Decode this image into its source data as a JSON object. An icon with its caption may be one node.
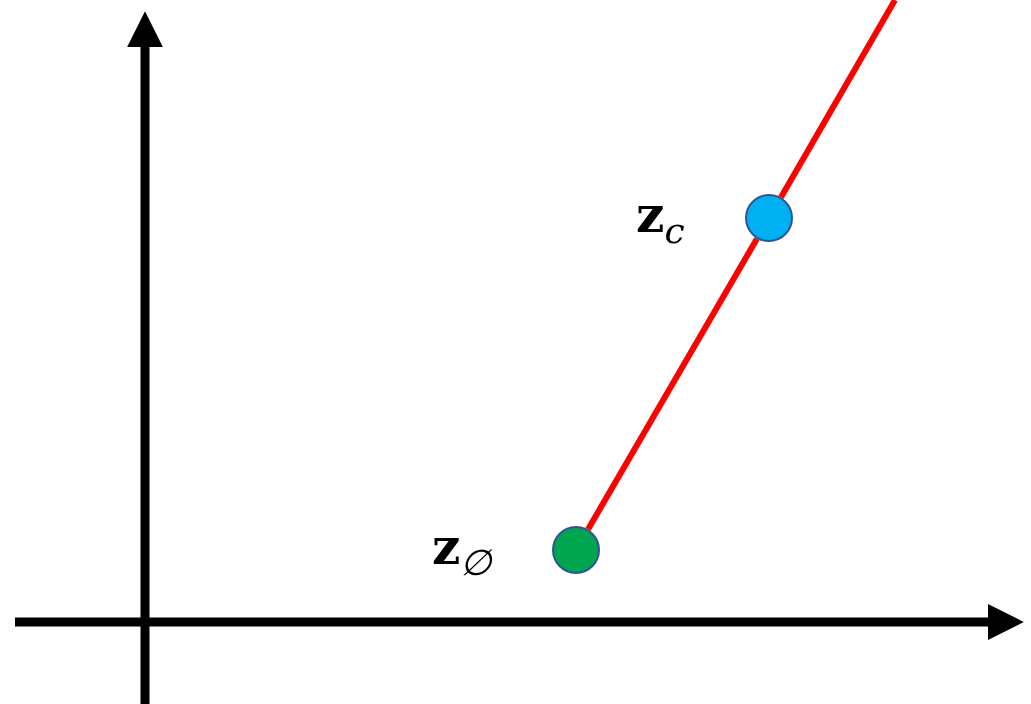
{
  "diagram": {
    "nodes": [
      {
        "text": [],
        "shape": "circle",
        "beside": [
          "**z**$_{∅}$"
        ]
      },
      {
        "text": [],
        "shape": "circle",
        "beside": [
          "**z**$_{c}$"
        ]
      }
    ],
    "edges": [
      {
        "from": 0,
        "to": 1,
        "arrow": "none",
        "color": "#ff0000"
      },
      {
        "from": 1,
        "to": null,
        "arrow": "none",
        "color": "#ff0000"
      }
    ]
  }
}
